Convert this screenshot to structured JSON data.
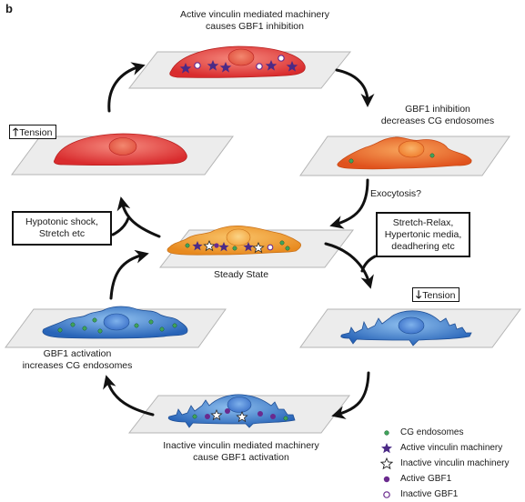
{
  "panel_letter": "b",
  "labels": {
    "top_line1": "Active vinculin mediated machinery",
    "top_line2": "causes GBF1 inhibition",
    "right1_line1": "GBF1 inhibition",
    "right1_line2": "decreases CG endosomes",
    "exocytosis": "Exocytosis?",
    "steady_state": "Steady State",
    "left_low_line1": "GBF1 activation",
    "left_low_line2": "increases CG endosomes",
    "bottom_line1": "Inactive vinculin mediated machinery",
    "bottom_line2": "cause GBF1 activation"
  },
  "boxes": {
    "hypotonic_line1": "Hypotonic shock,",
    "hypotonic_line2": "Stretch etc",
    "stretch_line1": "Stretch-Relax,",
    "stretch_line2": "Hypertonic media,",
    "stretch_line3": "deadhering etc"
  },
  "tension": {
    "up_arrow": "🡑",
    "up_label": "Tension",
    "down_arrow": "🡓",
    "down_label": "Tension"
  },
  "legend": [
    {
      "label": "CG endosomes",
      "marker": "small-green-dot",
      "color": "#3fa35a"
    },
    {
      "label": "Active vinculin machinery",
      "marker": "filled-purple-star",
      "color": "#4b2a86"
    },
    {
      "label": "Inactive vinculin machinery",
      "marker": "open-star",
      "color": "#4b2a86"
    },
    {
      "label": "Active GBF1",
      "marker": "filled-purple-circle",
      "color": "#6a2a8e"
    },
    {
      "label": "Inactive GBF1",
      "marker": "open-purple-circle",
      "color": "#6a2a8e"
    }
  ],
  "colors": {
    "red_cell": "#e8413f",
    "orange_cell": "#ef7a2a",
    "steady_cell": "#f4a93a",
    "blue_cell": "#3f7fd0",
    "platform": "#ececec"
  }
}
